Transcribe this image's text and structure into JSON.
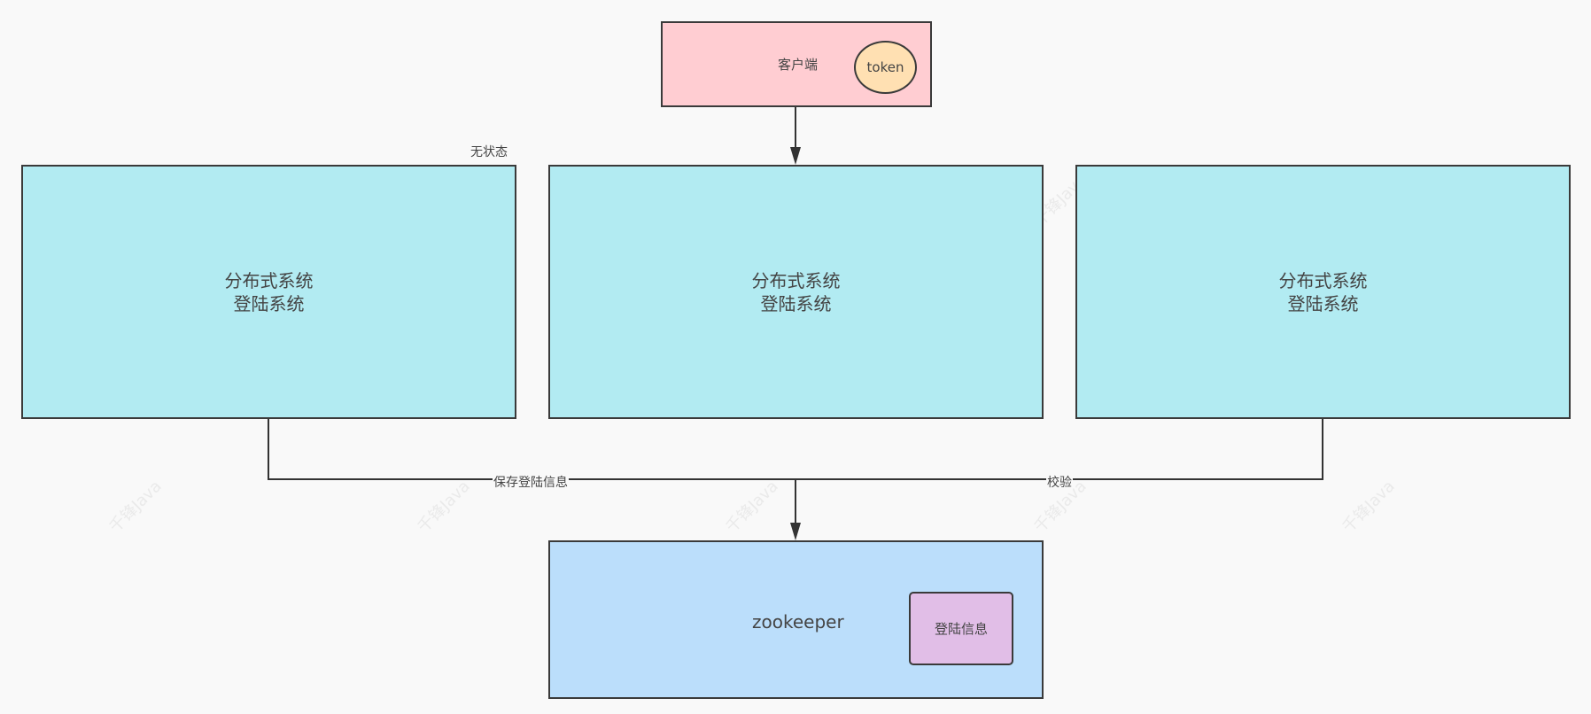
{
  "watermark_text": "千锋Java",
  "client": {
    "label": "客户端",
    "token_label": "token",
    "color": "#ffcdd2",
    "token_color": "#ffe0b2"
  },
  "annotation": {
    "stateless": "无状态"
  },
  "systems": [
    {
      "line1": "分布式系统",
      "line2": "登陆系统"
    },
    {
      "line1": "分布式系统",
      "line2": "登陆系统"
    },
    {
      "line1": "分布式系统",
      "line2": "登陆系统"
    }
  ],
  "system_color": "#b2ebf2",
  "edges": {
    "save_label": "保存登陆信息",
    "verify_label": "校验"
  },
  "zookeeper": {
    "label": "zookeeper",
    "inner_label": "登陆信息",
    "color": "#bbdefb",
    "inner_color": "#e1bee7"
  }
}
